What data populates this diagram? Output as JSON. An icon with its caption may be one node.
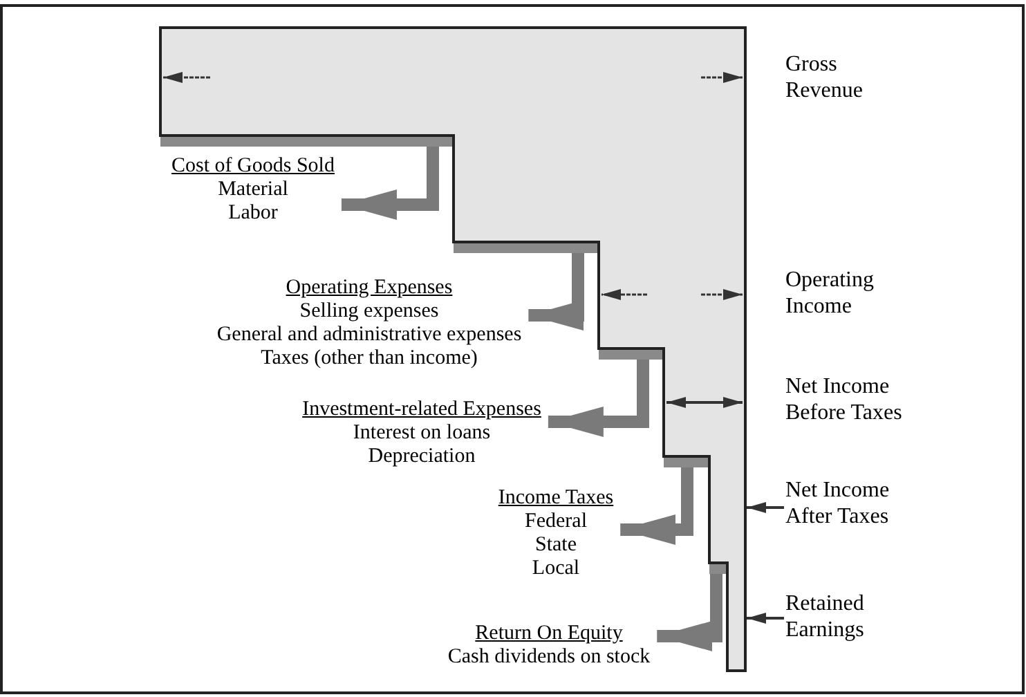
{
  "diagram": {
    "nodes": [
      {
        "text": [],
        "shape": "bar"
      },
      {
        "text": [
          "Cost of Goods Sold",
          "Material",
          "Labor"
        ]
      },
      {
        "text": [
          "Operating Expenses",
          "Selling expenses",
          "General and administrative expenses",
          "Taxes (other than income)"
        ]
      },
      {
        "text": [
          "Investment-related Expenses",
          "Interest on loans",
          "Depreciation"
        ]
      },
      {
        "text": [
          "Income Taxes",
          "Federal",
          "State",
          "Local"
        ]
      },
      {
        "text": [
          "Return On Equity",
          "Cash dividends on stock"
        ]
      },
      {
        "text": [
          "Net Income After Taxes"
        ]
      },
      {
        "text": [
          "Retained Earnings"
        ]
      }
    ],
    "edges": [
      {
        "from": 0,
        "to": 1,
        "arrow": "to"
      },
      {
        "from": 0,
        "to": 2,
        "arrow": "to"
      },
      {
        "from": 0,
        "to": 3,
        "arrow": "to"
      },
      {
        "from": 0,
        "to": 4,
        "arrow": "to"
      },
      {
        "from": 0,
        "to": 5,
        "arrow": "to"
      },
      {
        "from": 6,
        "to": 0,
        "arrow": "to",
        "color": "#333333"
      },
      {
        "from": 7,
        "to": 0,
        "arrow": "to",
        "color": "#333333"
      }
    ],
    "labels": [
      "Gross Revenue",
      "Operating Income",
      "Net Income Before Taxes"
    ]
  }
}
